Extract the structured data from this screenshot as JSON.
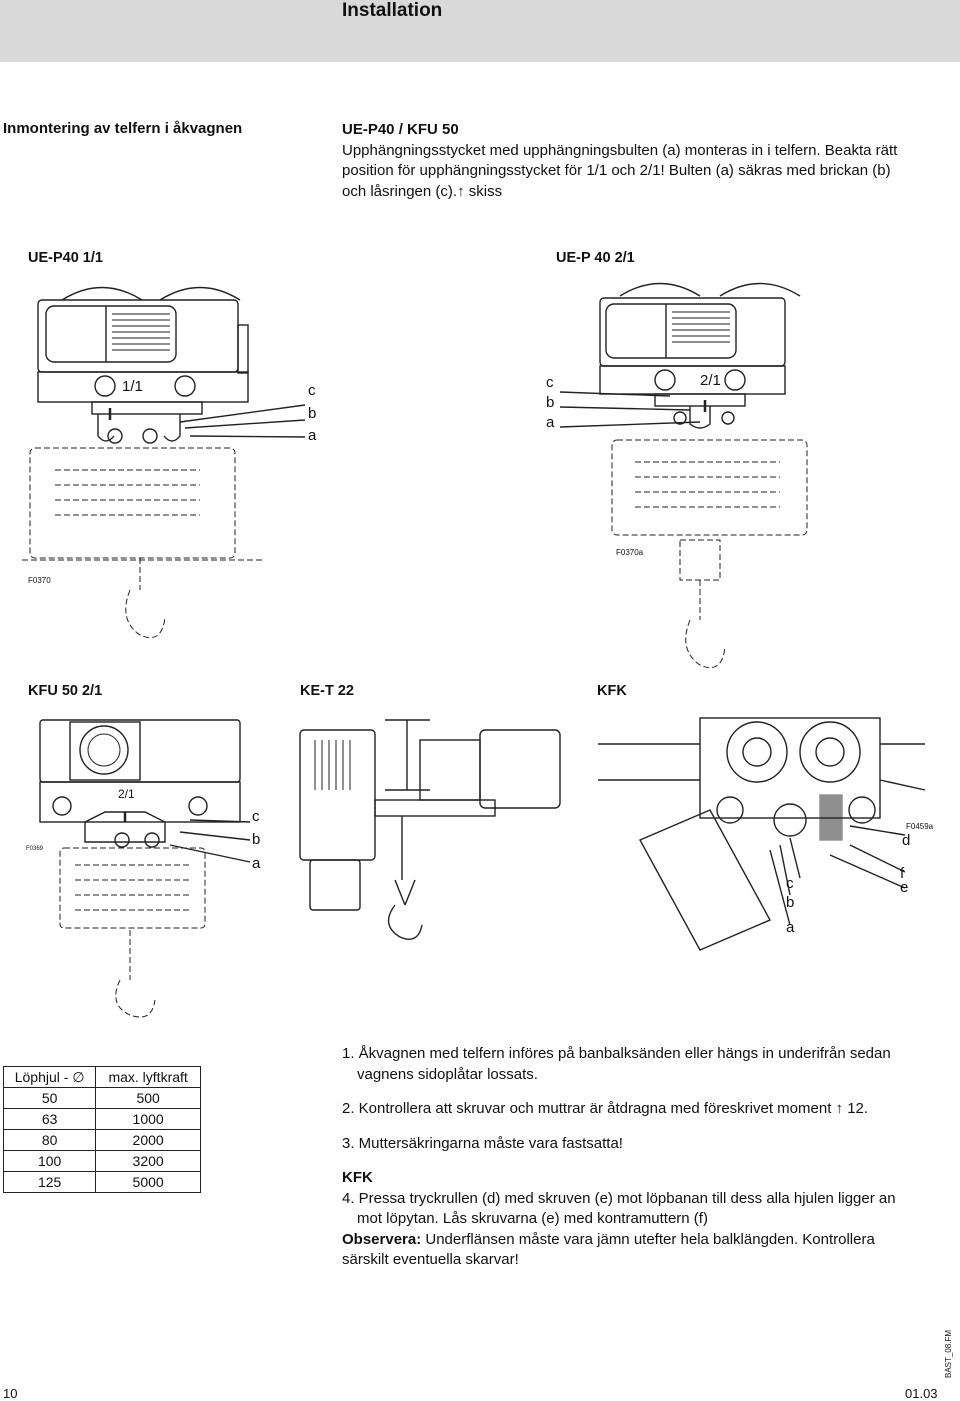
{
  "header": {
    "title": "Installation"
  },
  "section": {
    "title": "Inmontering av telfern i åkvagnen"
  },
  "intro": {
    "model": "UE-P40 / KFU 50",
    "text_line1": "Upphängningsstycket med upphängningsbulten (a) monteras in i telfern. Beakta rätt",
    "text_line2": "position för upphängningsstycket för 1/1 och 2/1! Bulten (a) säkras med brickan (b)",
    "text_line3": "och låsringen (c).",
    "ref_arrow": "↑",
    "ref_word": "skiss"
  },
  "figures": {
    "f1": {
      "label": "UE-P40  1/1",
      "ratio": "1/1",
      "c": "c",
      "b": "b",
      "a": "a",
      "code": "F0370"
    },
    "f2": {
      "label": "UE-P 40  2/1",
      "ratio": "2/1",
      "c": "c",
      "b": "b",
      "a": "a",
      "code": "F0370a"
    },
    "f3": {
      "label": "KFU 50  2/1",
      "ratio": "2/1",
      "c": "c",
      "b": "b",
      "a": "a",
      "code": "F0369"
    },
    "f4": {
      "label": "KE-T 22"
    },
    "f5": {
      "label": "KFK",
      "d": "d",
      "c": "c",
      "b": "b",
      "a": "a",
      "f": "f",
      "e": "e",
      "code": "F0459a"
    }
  },
  "wheel_table": {
    "headers": [
      "Löphjul - ∅",
      "max. lyftkraft"
    ],
    "rows": [
      [
        "50",
        "500"
      ],
      [
        "63",
        "1000"
      ],
      [
        "80",
        "2000"
      ],
      [
        "100",
        "3200"
      ],
      [
        "125",
        "5000"
      ]
    ]
  },
  "steps": {
    "s1a": "1. Åkvagnen med telfern införes på banbalksänden eller hängs in underifrån sedan",
    "s1b": "vagnens sidoplåtar lossats.",
    "s2": "2.  Kontrollera att skruvar och muttrar är åtdragna med föreskrivet moment  ↑  12.",
    "s3": "3.  Muttersäkringarna måste vara fastsatta!",
    "kfk": "KFK",
    "s4a": "4. Pressa tryckrullen (d) med skruven (e) mot löpbanan till dess alla hjulen ligger an",
    "s4b": "mot löpytan. Lås skruvarna (e) med kontramuttern (f)",
    "obs_label": "Observera:",
    "obs_text": " Underflänsen måste vara jämn utefter hela balklängden. Kontrollera",
    "obs_text2": "särskilt eventuella skarvar!"
  },
  "footer": {
    "page": "10",
    "date": "01.03",
    "doc_code": "BAST_08.FM"
  }
}
